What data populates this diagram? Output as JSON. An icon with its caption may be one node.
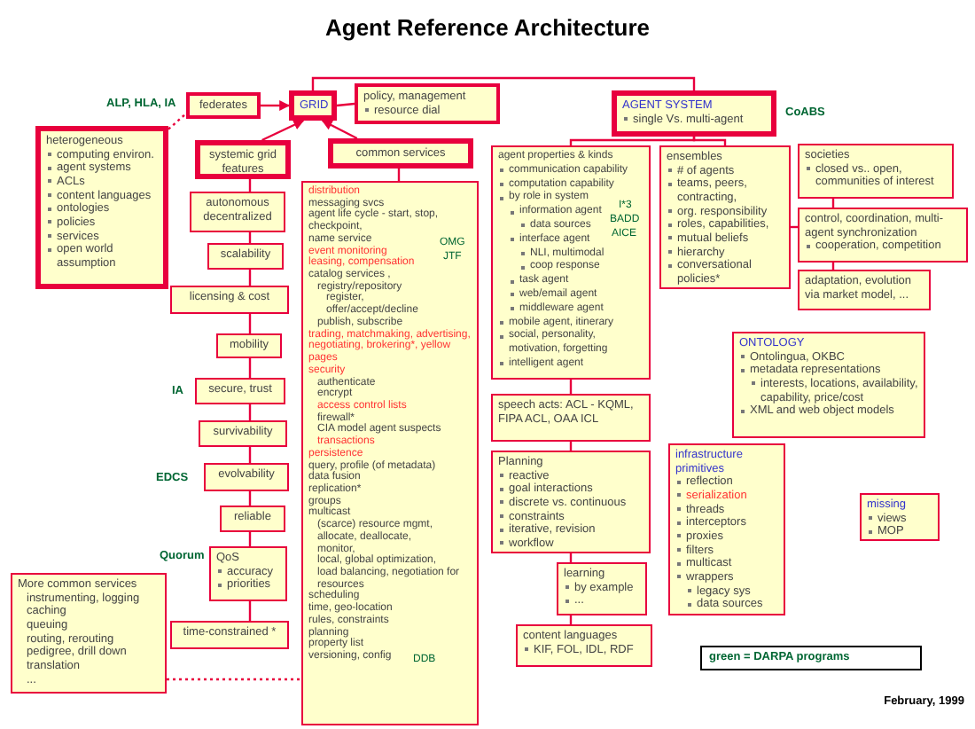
{
  "diagram": {
    "title": "Agent Reference Architecture",
    "nodes": [
      {
        "text": [
          "federates"
        ],
        "beside": [
          "ALP, HLA, IA"
        ]
      },
      {
        "text": [
          "GRID"
        ]
      },
      {
        "text": [
          "policy, management",
          "resource dial"
        ]
      },
      {
        "text": [
          "heterogeneous",
          "computing environ.",
          "agent systems",
          "ACLs",
          "content languages",
          "ontologies",
          "policies",
          "services",
          "open world assumption"
        ]
      },
      {
        "text": [
          "systemic grid features"
        ]
      },
      {
        "text": [
          "common services"
        ]
      },
      {
        "text": [
          "autonomous decentralized"
        ]
      },
      {
        "text": [
          "scalability"
        ]
      },
      {
        "text": [
          "licensing & cost"
        ]
      },
      {
        "text": [
          "mobility"
        ]
      },
      {
        "text": [
          "secure, trust"
        ],
        "beside": [
          "IA"
        ]
      },
      {
        "text": [
          "survivability"
        ]
      },
      {
        "text": [
          "evolvability"
        ],
        "beside": [
          "EDCS"
        ]
      },
      {
        "text": [
          "reliable"
        ]
      },
      {
        "text": [
          "QoS",
          "accuracy",
          "priorities"
        ],
        "beside": [
          "Quorum"
        ]
      },
      {
        "text": [
          "time-constrained *"
        ]
      },
      {
        "text": [
          "More common services",
          "instrumenting, logging",
          "caching",
          "queuing",
          "routing, rerouting",
          "pedigree, drill down",
          "translation",
          "..."
        ]
      },
      {
        "text": [
          "distribution",
          "messaging svcs",
          "agent life cycle - start, stop, checkpoint,",
          "name service",
          "event monitoring",
          "leasing, compensation",
          "catalog services ,",
          "registry/repository",
          "register,",
          "offer/accept/decline",
          "publish, subscribe",
          "trading, matchmaking, advertising, negotiating, brokering*, yellow pages",
          "security",
          "authenticate",
          "encrypt",
          "access control lists",
          "firewall*",
          "CIA model agent suspects",
          "transactions",
          "persistence",
          "query, profile (of metadata)",
          "data fusion",
          "replication*",
          "groups",
          "multicast",
          "(scarce) resource mgmt,",
          "allocate, deallocate,",
          "monitor,",
          "local, global optimization,",
          "load balancing, negotiation for resources",
          "scheduling",
          "time, geo-location",
          "DDB",
          "rules, constraints",
          "planning",
          "property list",
          "versioning, config",
          "OMG",
          "JTF"
        ]
      },
      {
        "text": [
          "AGENT SYSTEM",
          "single Vs. multi-agent"
        ],
        "beside": [
          "CoABS"
        ]
      },
      {
        "text": [
          "agent properties & kinds",
          "communication capability",
          "computation capability",
          "by role in system",
          "information agent",
          "data sources",
          "interface agent",
          "NLI, multimodal",
          "coop response",
          "task agent",
          "web/email agent",
          "middleware agent",
          "mobile agent, itinerary",
          "social, personality, motivation, forgetting",
          "intelligent agent",
          "I*3",
          "BADD",
          "AICE"
        ]
      },
      {
        "text": [
          "ensembles",
          "# of agents",
          "teams, peers, contracting,",
          "org. responsibility",
          "roles, capabilities,",
          "mutual beliefs",
          "hierarchy",
          "conversational policies*"
        ]
      },
      {
        "text": [
          "societies",
          "closed vs.. open, communities of interest"
        ]
      },
      {
        "text": [
          "control, coordination, multi-agent synchronization",
          "cooperation, competition"
        ]
      },
      {
        "text": [
          "adaptation, evolution via market model, ..."
        ]
      },
      {
        "text": [
          "speech acts: ACL - KQML, FIPA ACL, OAA ICL"
        ]
      },
      {
        "text": [
          "Planning",
          "reactive",
          "goal interactions",
          "discrete vs. continuous",
          "constraints",
          "iterative, revision",
          "workflow"
        ]
      },
      {
        "text": [
          "learning",
          "by example",
          "..."
        ]
      },
      {
        "text": [
          "content languages",
          "KIF, FOL, IDL, RDF"
        ]
      },
      {
        "text": [
          "ONTOLOGY",
          "Ontolingua, OKBC",
          "metadata representations",
          "interests, locations, availability, capability, price/cost",
          "XML and web object models"
        ]
      },
      {
        "text": [
          "infrastructure primitives",
          "reflection",
          "serialization",
          "threads",
          "interceptors",
          "proxies",
          "filters",
          "multicast",
          "wrappers",
          "legacy sys",
          "data sources"
        ]
      },
      {
        "text": [
          "missing",
          "views",
          "MOP"
        ]
      }
    ],
    "edges": [
      {
        "from": 0,
        "to": 1,
        "arrow": "to"
      },
      {
        "from": 4,
        "to": 1,
        "arrow": "to"
      },
      {
        "from": 5,
        "to": 1,
        "arrow": "to"
      },
      {
        "from": 1,
        "to": 2,
        "arrow": "none"
      },
      {
        "from": 1,
        "to": 18,
        "arrow": "none"
      },
      {
        "from": 3,
        "to": 0,
        "arrow": "none",
        "style": "dashed"
      },
      {
        "from": 4,
        "to": 6,
        "arrow": "none"
      },
      {
        "from": 6,
        "to": 7,
        "arrow": "none"
      },
      {
        "from": 7,
        "to": 8,
        "arrow": "none"
      },
      {
        "from": 8,
        "to": 9,
        "arrow": "none"
      },
      {
        "from": 9,
        "to": 10,
        "arrow": "none"
      },
      {
        "from": 10,
        "to": 11,
        "arrow": "none"
      },
      {
        "from": 11,
        "to": 12,
        "arrow": "none"
      },
      {
        "from": 12,
        "to": 13,
        "arrow": "none"
      },
      {
        "from": 13,
        "to": 14,
        "arrow": "none"
      },
      {
        "from": 14,
        "to": 15,
        "arrow": "none"
      },
      {
        "from": 5,
        "to": 17,
        "arrow": "none"
      },
      {
        "from": 16,
        "to": 17,
        "arrow": "none",
        "style": "dashed"
      },
      {
        "from": 18,
        "to": 19,
        "arrow": "none"
      },
      {
        "from": 18,
        "to": 20,
        "arrow": "none"
      },
      {
        "from": 21,
        "to": 22,
        "arrow": "none"
      },
      {
        "from": 20,
        "to": 22,
        "arrow": "none"
      },
      {
        "from": 22,
        "to": 23,
        "arrow": "none"
      },
      {
        "from": 19,
        "to": 24,
        "arrow": "none"
      },
      {
        "from": 24,
        "to": 25,
        "arrow": "none"
      },
      {
        "from": 25,
        "to": 26,
        "arrow": "none"
      },
      {
        "from": 26,
        "to": 27,
        "arrow": "none"
      }
    ],
    "labels": [
      "February, 1999"
    ],
    "legend": [
      {
        "text": "green = DARPA programs",
        "color": "#006633"
      }
    ]
  }
}
